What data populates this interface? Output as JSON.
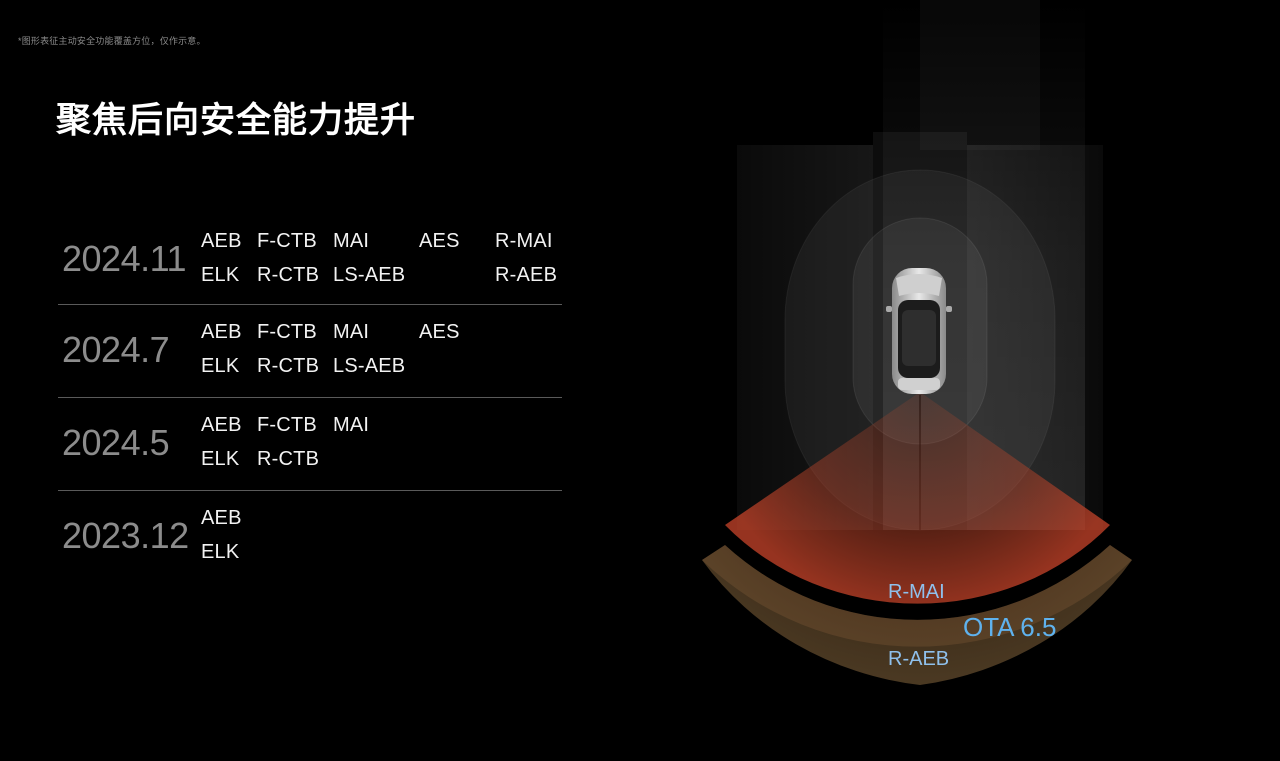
{
  "disclaimer": "*图形表征主动安全功能覆盖方位，仅作示意。",
  "title": "聚焦后向安全能力提升",
  "timeline": [
    {
      "year": "2024.11",
      "line1": [
        "AEB",
        "F-CTB",
        "MAI",
        "AES",
        "R-MAI"
      ],
      "line2": [
        "ELK",
        "R-CTB",
        "LS-AEB",
        "",
        "R-AEB"
      ]
    },
    {
      "year": "2024.7",
      "line1": [
        "AEB",
        "F-CTB",
        "MAI",
        "AES",
        ""
      ],
      "line2": [
        "ELK",
        "R-CTB",
        "LS-AEB",
        "",
        ""
      ]
    },
    {
      "year": "2024.5",
      "line1": [
        "AEB",
        "F-CTB",
        "MAI",
        "",
        ""
      ],
      "line2": [
        "ELK",
        "R-CTB",
        "",
        "",
        ""
      ]
    },
    {
      "year": "2023.12",
      "line1": [
        "AEB",
        "",
        "",
        "",
        ""
      ],
      "line2": [
        "ELK",
        "",
        "",
        "",
        ""
      ]
    }
  ],
  "diagram": {
    "label_top": "R-MAI",
    "label_ota": "OTA 6.5",
    "label_bottom": "R-AEB",
    "colors": {
      "ota_accent": "#5fb2ee",
      "feature_label": "#8fc0ec",
      "rear_zone": "#b8442a",
      "outer_zone": "#7a5a3a"
    },
    "icon": "car-top-view-icon"
  }
}
